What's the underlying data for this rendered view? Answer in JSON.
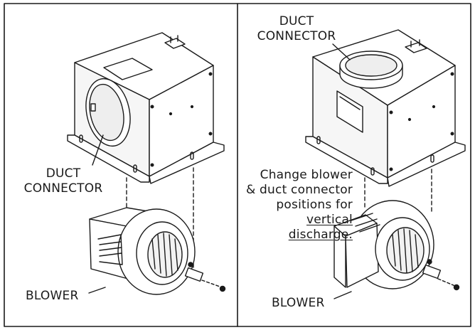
{
  "left_panel": {
    "duct_connector_label": [
      "DUCT",
      "CONNECTOR"
    ],
    "blower_label": "BLOWER"
  },
  "right_panel": {
    "duct_connector_label": [
      "DUCT",
      "CONNECTOR"
    ],
    "note": {
      "line1": "Change blower",
      "line2": "& duct connector",
      "line3": "positions for",
      "line4": "vertical",
      "line5": "discharge."
    },
    "blower_label": "BLOWER"
  },
  "colors": {
    "line": "#1a1a1a",
    "shade": "#d9d9d9",
    "background": "#ffffff"
  }
}
